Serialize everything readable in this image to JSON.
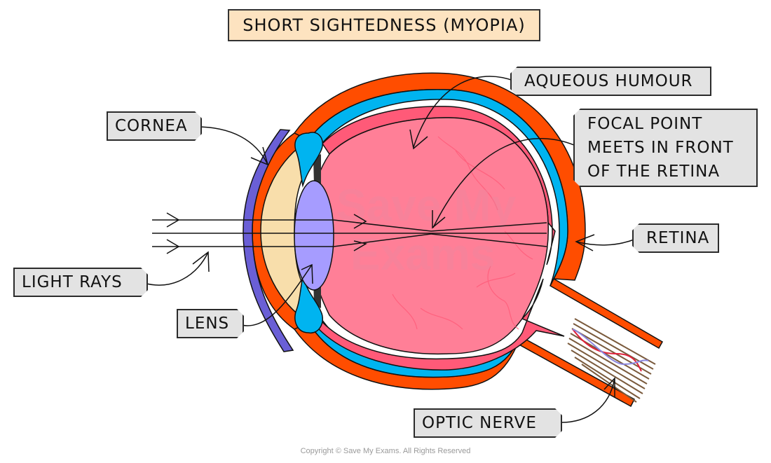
{
  "title": "SHORT SIGHTEDNESS (MYOPIA)",
  "labels": {
    "cornea": "CORNEA",
    "aqueous_humour": "AQUEOUS HUMOUR",
    "focal_point": [
      "FOCAL POINT",
      "MEETS IN FRONT",
      "OF THE RETINA"
    ],
    "retina": "RETINA",
    "light_rays": "LIGHT RAYS",
    "lens": "LENS",
    "optic_nerve": "OPTIC NERVE"
  },
  "watermark": [
    "Save My",
    "Exams"
  ],
  "copyright": "Copyright © Save My Exams. All Rights Reserved",
  "colors": {
    "title_bg": "#fde3c0",
    "label_bg": "#e3e3e3",
    "sclera": "#ff4d00",
    "choroid": "#00b4f0",
    "retina": "#ff5a78",
    "vitreous": "#ff7f97",
    "cornea": "#6a5fd6",
    "lens": "#a69cff",
    "aqueous": "#f8deab",
    "nerve_fibres": "#7a5a3c"
  }
}
